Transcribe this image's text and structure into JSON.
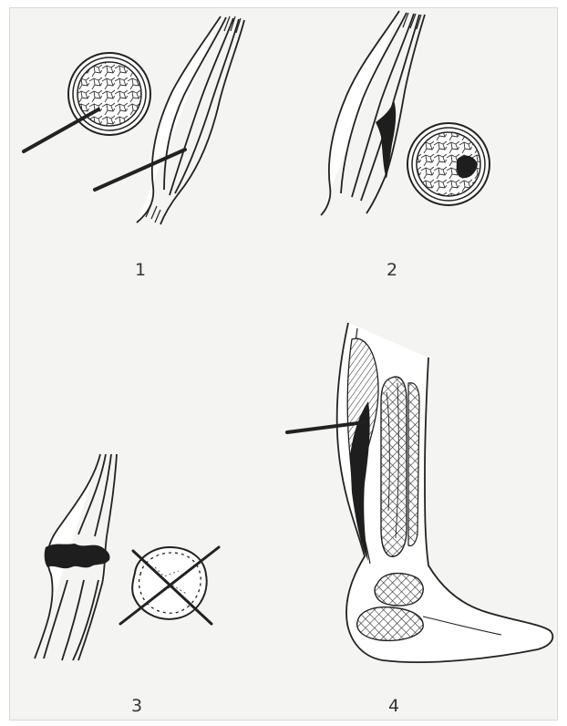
{
  "figure": {
    "panels": [
      {
        "label": "1"
      },
      {
        "label": "2"
      },
      {
        "label": "3"
      },
      {
        "label": "4"
      }
    ]
  },
  "colors": {
    "ink": "#222222",
    "background": "#f4f4f2",
    "lesion": "#1e1e1e"
  }
}
